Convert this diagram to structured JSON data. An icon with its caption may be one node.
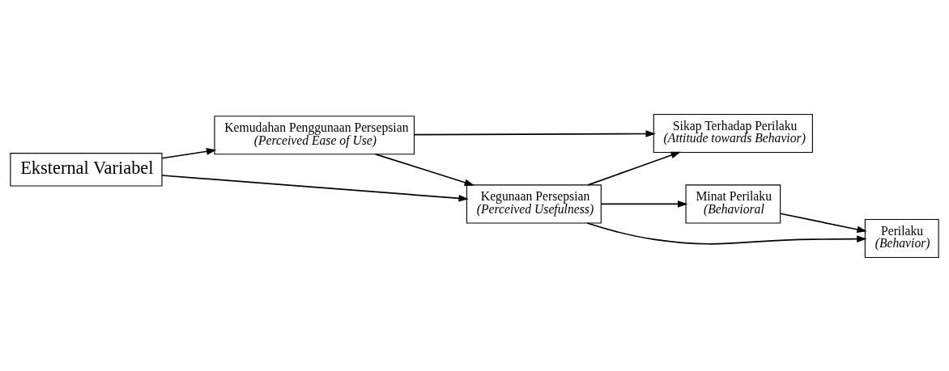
{
  "diagram": {
    "nodes": [
      {
        "text": [
          "Eksternal Variabel"
        ]
      },
      {
        "text": [
          "Kegunaan Persepsian",
          "(Perceived Usefulness)"
        ]
      },
      {
        "text": [
          "Kemudahan Penggunaan Persepsian",
          "(Perceived Ease of Use)"
        ]
      },
      {
        "text": [
          "Sikap Terhadap Perilaku",
          "(Attitude towards Behavior)"
        ]
      },
      {
        "text": [
          "Minat Perilaku",
          "(Behavioral"
        ]
      },
      {
        "text": [
          "Perilaku",
          "(Behavior)"
        ]
      }
    ],
    "edges": [
      {
        "from": 0,
        "to": 1,
        "arrow": "to"
      },
      {
        "from": 0,
        "to": 2,
        "arrow": "to"
      },
      {
        "from": 2,
        "to": 1,
        "arrow": "to"
      },
      {
        "from": 1,
        "to": 3,
        "arrow": "to"
      },
      {
        "from": 2,
        "to": 3,
        "arrow": "to"
      },
      {
        "from": 1,
        "to": 4,
        "arrow": "to"
      },
      {
        "from": 1,
        "to": 5,
        "arrow": "to"
      },
      {
        "from": 4,
        "to": 5,
        "arrow": "to"
      }
    ]
  }
}
